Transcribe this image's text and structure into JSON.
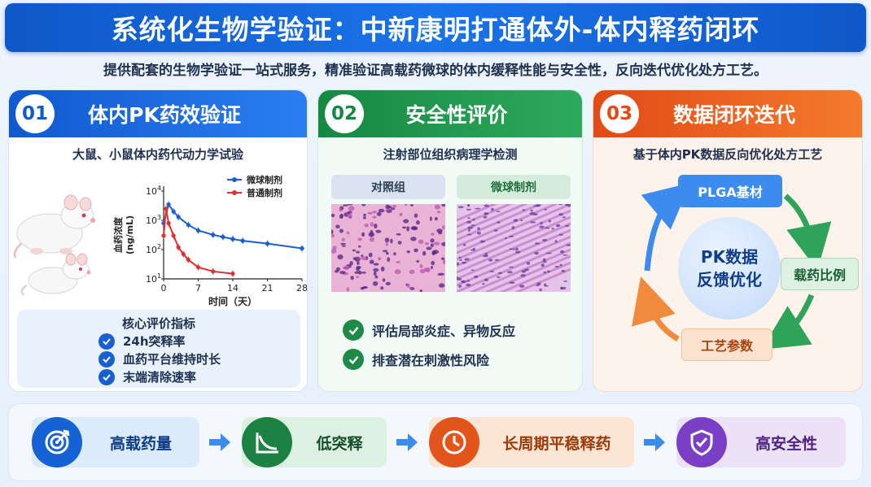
{
  "title": "系统化生物学验证：中新康明打通体外-体内释药闭环",
  "subtitle": "提供配套的生物学验证一站式服务，精准验证高载药微球的体内缓释性能与安全性，反向迭代优化处方工艺。",
  "panels": [
    {
      "num": "01",
      "title": "体内PK药效验证",
      "sub": "大鼠、小鼠体内药代动力学试验",
      "kpi_title": "核心评价指标",
      "kpis": [
        "24h突释率",
        "血药平台维持时长",
        "末端清除速率"
      ]
    },
    {
      "num": "02",
      "title": "安全性评价",
      "sub": "注射部位组织病理学检测",
      "labels": [
        "对照组",
        "微球制剂"
      ],
      "items": [
        "评估局部炎症、异物反应",
        "排查潜在刺激性风险"
      ]
    },
    {
      "num": "03",
      "title": "数据闭环迭代",
      "sub": "基于体内PK数据反向优化处方工艺",
      "center_line1": "PK数据",
      "center_line2": "反馈优化",
      "nodes": [
        "PLGA基材",
        "载药比例",
        "工艺参数"
      ]
    }
  ],
  "chart_data": {
    "type": "line",
    "xlabel": "时间（天）",
    "ylabel": "血药浓度 (ng/mL)",
    "yscale": "log",
    "xlim": [
      0,
      28
    ],
    "ylim": [
      10,
      10000
    ],
    "xticks": [
      "0",
      "7",
      "14",
      "21",
      "28"
    ],
    "yticks_exp": [
      "4",
      "3",
      "2",
      "1"
    ],
    "ytick_base": "10",
    "legend_position": "top-right",
    "series": [
      {
        "name": "微球制剂",
        "color": "#1a5fd0",
        "x": [
          0,
          1,
          2,
          3,
          5,
          7,
          10,
          12,
          14,
          16,
          21,
          28
        ],
        "y": [
          800,
          3500,
          2000,
          1300,
          700,
          450,
          320,
          270,
          230,
          200,
          160,
          110
        ]
      },
      {
        "name": "普通制剂",
        "color": "#e03030",
        "x": [
          0,
          0.5,
          1,
          2,
          3,
          4,
          5,
          7,
          10,
          14
        ],
        "y": [
          300,
          2500,
          800,
          300,
          120,
          70,
          45,
          25,
          18,
          15
        ]
      }
    ]
  },
  "features": [
    "高载药量",
    "低突释",
    "长周期平稳释药",
    "高安全性"
  ],
  "icons": {
    "f1": "target-icon",
    "f2": "curve-down-icon",
    "f3": "clock-icon",
    "f4": "shield-check-icon"
  }
}
